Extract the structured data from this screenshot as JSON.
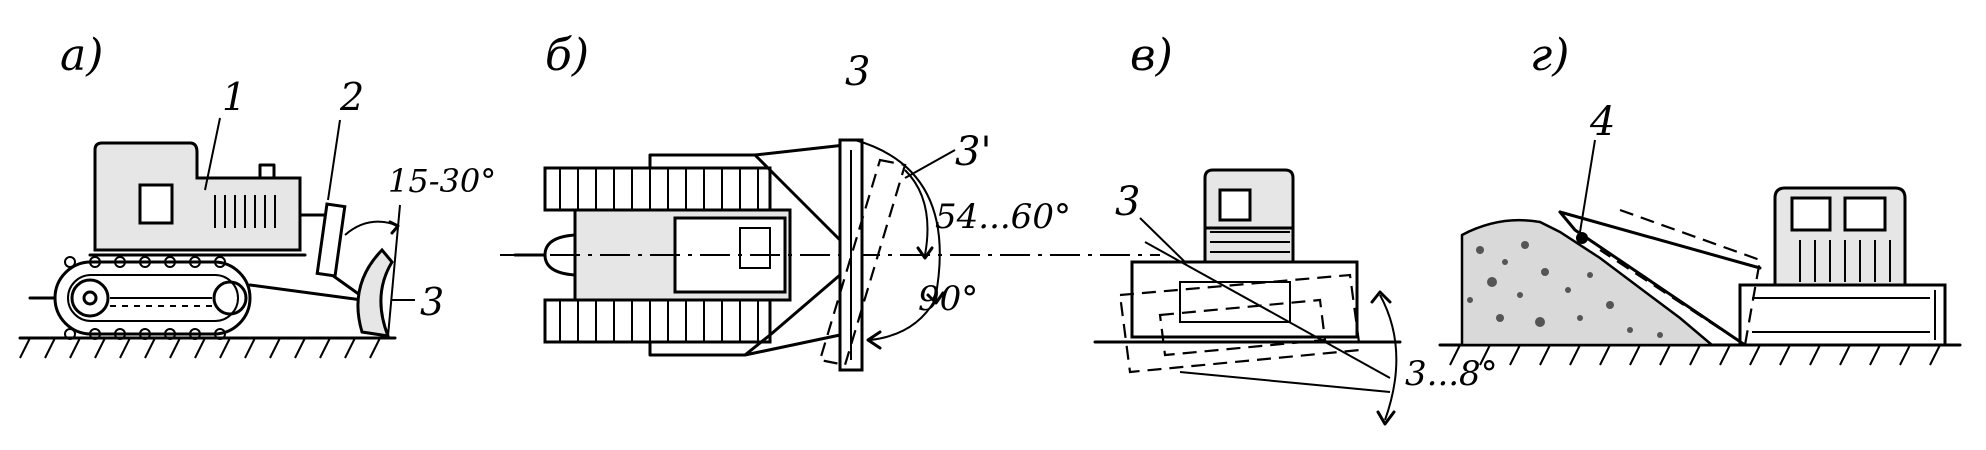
{
  "panels": {
    "a": {
      "label": "а)",
      "callouts": [
        "1",
        "2",
        "3"
      ],
      "angle": "15-30°"
    },
    "b": {
      "label": "б)",
      "callouts": [
        "3",
        "3'"
      ],
      "angles": [
        "54...60°",
        "90°"
      ]
    },
    "v": {
      "label": "в)",
      "callouts": [
        "3"
      ],
      "angle": "3...8°"
    },
    "g": {
      "label": "г)",
      "callouts": [
        "4"
      ]
    }
  }
}
